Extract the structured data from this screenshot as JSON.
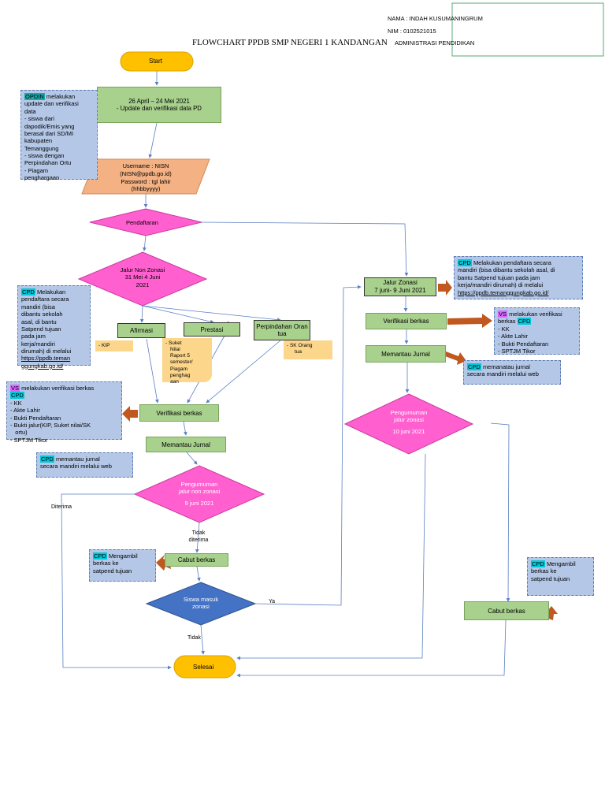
{
  "header": {
    "nama": "NAMA : INDAH KUSUMANINGRUM",
    "nim": "NIM      : 0102521015",
    "prodi": "ADMINISTRASI PENDIDIKAN",
    "title": "FLOWCHART PPDB SMP NEGERI 1 KANDANGAN"
  },
  "nodes": {
    "start": "Start",
    "update_date": "26  April – 24 Mei 2021",
    "update_text": "-  Update dan verifikasi data PD",
    "login_1": "Username : NISN",
    "login_2": "(NISN@ppdb.go.id)",
    "login_3": "Password : tgl lahir",
    "login_4": "(hhbbyyyy)",
    "pendaftaran": "Pendaftaran",
    "jnz_1": "Jalur Non Zonasi",
    "jnz_2": "31 Mei 4 Juni",
    "jnz_3": "2021",
    "afirmasi": "Afirmasi",
    "prestasi": "Prestasi",
    "perpindahan": "Perpindahan Oran tua",
    "verifikasi_left": "Verifikasi berkas",
    "memantau_left": "Memantau Jurnal",
    "peng_left_1": "Pengumuman",
    "peng_left_2": "jalur non zonasi",
    "peng_left_3": "9 juni 2021",
    "cabut_left": "Cabut berkas",
    "siswa_1": "Siswa masuk",
    "siswa_2": "zonasi",
    "selesai": "Selesai",
    "jz_1": "Jalur Zonasi",
    "jz_2": "7 juni- 9 Juni 2021",
    "verifikasi_right": "Verifikasi berkas",
    "memantau_right": "Memantau Jurnal",
    "peng_right_1": "Pengumuman",
    "peng_right_2": "jalur zonasi",
    "peng_right_3": "10 juni 2021",
    "cabut_right": "Cabut berkas"
  },
  "labels": {
    "diterima": "Diterima",
    "tidak_diterima_1": "Tidak",
    "tidak_diterima_2": "diterima",
    "ya": "Ya",
    "tidak": "Tidak"
  },
  "notes": {
    "opdin": {
      "tag": "OPDIN",
      "lines": [
        "melakukan",
        "update dan verifikasi",
        "data",
        "- siswa dari",
        "dapodik/Emis yang",
        "berasal dari SD/MI",
        "kabupaten",
        "Temanggung",
        "- siswa dengan",
        "Perpindahan Ortu",
        "-  Piagam",
        "penghargaan"
      ]
    },
    "cpd_left": {
      "tag": "CPD",
      "lines": [
        "Melakukan",
        "pendaftara secara",
        "mandiri (bisa",
        "dibantu sekolah",
        "asal, di bantu",
        "Satpend tujuan",
        "pada jam",
        "kerja/mandiri",
        "dirumah) di melalui"
      ],
      "link_1": "https://ppdb.teman",
      "link_2": "ggungkab.go.id/"
    },
    "kip": "-   KIP",
    "suket": [
      "- Suket",
      "Nilai",
      "Raport 5",
      "semester/",
      "Piagam",
      "penghag",
      "aan"
    ],
    "sk_orang": [
      "- SK Orang",
      "tua"
    ],
    "vs_left": {
      "tag": "VS",
      "head": "melakukan verifikasi berkas",
      "tag2": "CPD",
      "items": [
        "-  KK",
        "-  Akte Lahir",
        "-  Bukti Pendaftaran",
        "-  Bukti jalur(KIP, Suket nilai/SK",
        "   ortu)",
        "-  SPTJM Tikor"
      ]
    },
    "cpd_jurnal_left": {
      "tag": "CPD",
      "lines": [
        "memantau jurnal",
        "secara mandiri melalui web"
      ]
    },
    "cpd_ambil_left": {
      "tag": "CPD",
      "lines": [
        "Mengambil",
        "berkas ke",
        "satpend tujuan"
      ]
    },
    "cpd_right": {
      "tag": "CPD",
      "lines": [
        "Melakukan pendaftara secara",
        "mandiri (bisa dibantu sekolah asal, di",
        "bantu Satpend tujuan pada jam",
        "kerja/mandiri dirumah) di melalui"
      ],
      "link": "https://ppdb.temanggungkab.go.id/"
    },
    "vs_right": {
      "tag": "VS",
      "head_1": "melakukan verifikasi",
      "head_2": "berkas",
      "tag2": "CPD",
      "items": [
        "-  KK",
        "-  Akte Lahir",
        "-  Bukti Pendaftaran",
        "-  SPTJM Tikor"
      ]
    },
    "cpd_jurnal_right": {
      "tag": "CPD",
      "lines": [
        "memanatau jurnal",
        "secara mandiri melalui web"
      ]
    },
    "cpd_ambil_right": {
      "tag": "CPD",
      "lines": [
        "Mengambil",
        "berkas ke",
        "satpend tujuan"
      ]
    }
  },
  "colors": {
    "terminal": "#ffc000",
    "process": "#a9d18e",
    "decision": "#ff5fcf",
    "decision_blue": "#4472c4",
    "io": "#f4b183",
    "note": "#b4c7e7",
    "arrow": "#5b7fc4",
    "block_arrow": "#c0581f"
  }
}
